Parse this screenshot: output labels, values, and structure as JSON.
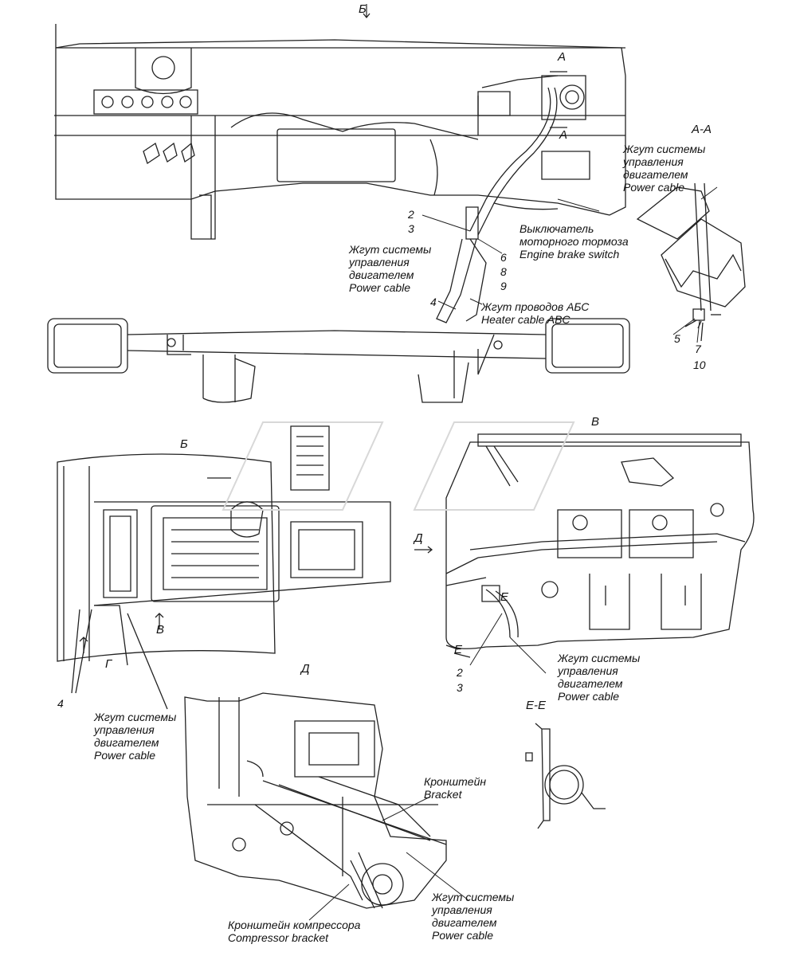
{
  "views": {
    "top_marker": "Б",
    "section_a_marker": "А",
    "section_aa_title": "А-А",
    "view_b_title": "Б",
    "view_v_title": "В",
    "view_v_marker": "В",
    "view_g_marker": "Г",
    "view_d_marker": "Д",
    "view_d_title": "Д",
    "section_ee_title": "Е-Е",
    "section_e_marker": "Е"
  },
  "labels": {
    "power_cable_ru_1": "Жгут системы",
    "power_cable_ru_2": "управления",
    "power_cable_ru_3": "двигателем",
    "power_cable_en": "Power cable",
    "engine_brake_ru_1": "Выключатель",
    "engine_brake_ru_2": "моторного тормоза",
    "engine_brake_en": "Engine brake switch",
    "heater_cable_ru": "Жгут проводов АБС",
    "heater_cable_en": "Heater cable ABC",
    "bracket_ru": "Кронштейн",
    "bracket_en": "Bracket",
    "compressor_bracket_ru": "Кронштейн компрессора",
    "compressor_bracket_en": "Compressor bracket"
  },
  "callouts": {
    "n2": "2",
    "n3": "3",
    "n4": "4",
    "n5": "5",
    "n6": "6",
    "n7": "7",
    "n8": "8",
    "n9": "9",
    "n10": "10"
  }
}
